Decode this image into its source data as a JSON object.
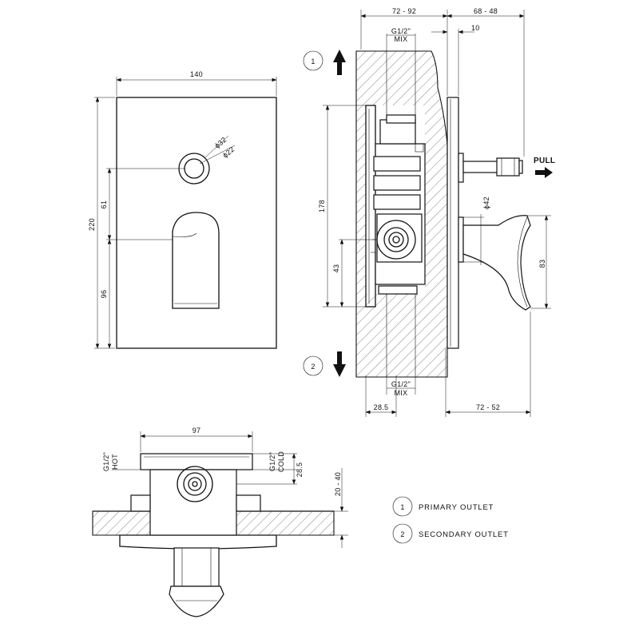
{
  "front_view": {
    "width": "140",
    "height": "220",
    "upper_gap": "61",
    "lower_gap": "96",
    "outer_diameter": "ϕ32",
    "inner_diameter": "ϕ22"
  },
  "side_view": {
    "depth_range": "72 - 92",
    "projection_range": "68 - 48",
    "small_gap": "10",
    "top_connection": [
      "G1/2\"",
      "MIX"
    ],
    "bottom_connection": [
      "G1/2\"",
      "MIX"
    ],
    "body_height": "178",
    "center_height": "43",
    "handle_diameter": "ϕ42",
    "handle_height": "83",
    "base_offset": "28.5",
    "handle_projection": "72 - 52",
    "pull_label": "PULL",
    "outlet_1_marker": "1",
    "outlet_2_marker": "2"
  },
  "bottom_view": {
    "width": "97",
    "hot_connection": [
      "G1/2\"",
      "HOT"
    ],
    "cold_connection": [
      "G1/2\"",
      "COLD"
    ],
    "offset": "28.5",
    "wall_range": "20 - 40"
  },
  "legend": [
    {
      "number": "1",
      "label": "PRIMARY OUTLET"
    },
    {
      "number": "2",
      "label": "SECONDARY OUTLET"
    }
  ]
}
